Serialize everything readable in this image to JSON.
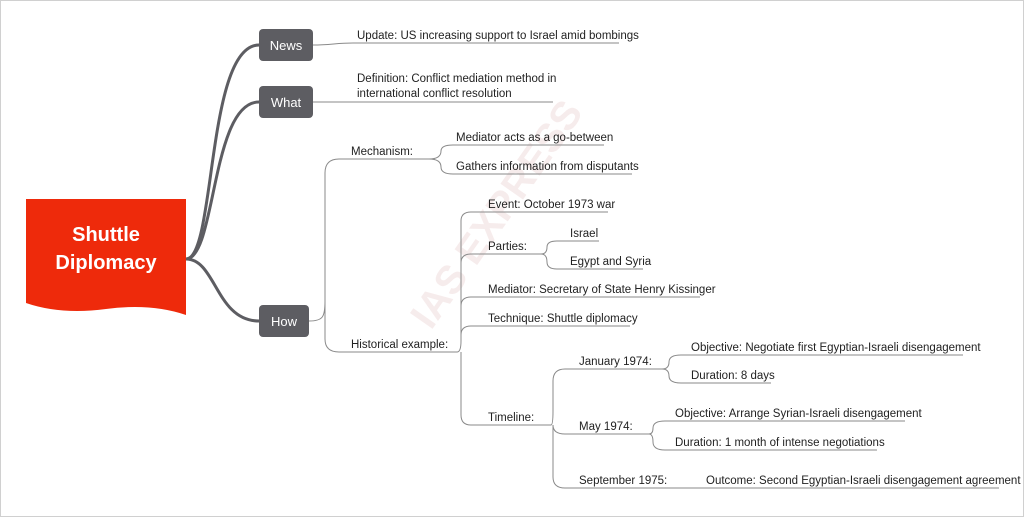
{
  "root": {
    "line1": "Shuttle",
    "line2": "Diplomacy",
    "color": "#ee2a0b"
  },
  "watermark": "IAS EXPRESS",
  "branches": {
    "news": {
      "label": "News",
      "update": "Update: US increasing support to Israel amid bombings"
    },
    "what": {
      "label": "What",
      "definition_line1": "Definition: Conflict mediation method in",
      "definition_line2": "international conflict resolution"
    },
    "how": {
      "label": "How",
      "mechanism": {
        "label": "Mechanism:",
        "items": [
          "Mediator acts as a go-between",
          "Gathers information from disputants"
        ]
      },
      "historical": {
        "label": "Historical example:",
        "event": "Event: October 1973 war",
        "parties": {
          "label": "Parties:",
          "items": [
            "Israel",
            "Egypt and Syria"
          ]
        },
        "mediator": "Mediator: Secretary of State Henry Kissinger",
        "technique": "Technique: Shuttle diplomacy",
        "timeline": {
          "label": "Timeline:",
          "jan": {
            "label": "January 1974:",
            "objective": "Objective: Negotiate first Egyptian-Israeli disengagement",
            "duration": "Duration: 8 days"
          },
          "may": {
            "label": "May 1974:",
            "objective": "Objective: Arrange Syrian-Israeli disengagement",
            "duration": "Duration: 1 month of intense negotiations"
          },
          "sep": {
            "label": "September 1975:",
            "outcome": "Outcome: Second Egyptian-Israeli disengagement agreement"
          }
        }
      }
    }
  },
  "colors": {
    "branch_box": "#5d5d62",
    "line": "#8a8a8a",
    "main_line": "#5d5d62"
  }
}
